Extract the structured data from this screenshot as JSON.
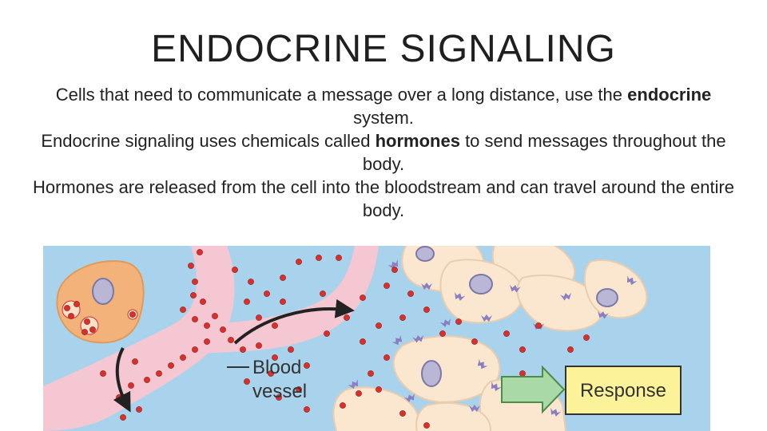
{
  "slide": {
    "title": "ENDOCRINE SIGNALING",
    "paragraphs": [
      {
        "before": "Cells that need to communicate a message over a long distance, use the ",
        "bold": "endocrine",
        "after": " system."
      },
      {
        "before": "Endocrine signaling uses chemicals called ",
        "bold": "hormones",
        "after": " to send messages throughout the body."
      },
      {
        "before": "Hormones are released from the cell into the bloodstream and can travel around the entire body.",
        "bold": "",
        "after": ""
      }
    ]
  },
  "diagram": {
    "labels": {
      "blood_vessel_line1": "Blood",
      "blood_vessel_line2": "vessel",
      "response": "Response"
    },
    "colors": {
      "background": "#a9d3ec",
      "vessel": "#f4c7d3",
      "secreting_cell": "#f2b27a",
      "target_cell": "#fbe7cf",
      "nucleus": "#b9b6d6",
      "hormone": "#d9302c",
      "receptor": "#8a7fc0",
      "arrow_fill": "#a9d9a6",
      "response_box": "#fbf29a"
    }
  }
}
